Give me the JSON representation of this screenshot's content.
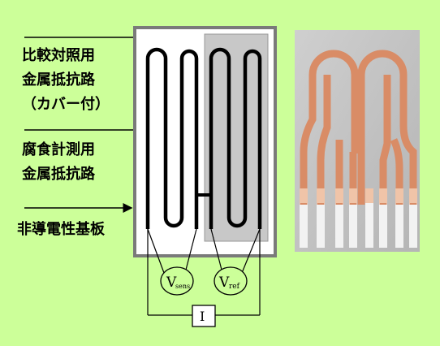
{
  "labels": {
    "reference_line1": "比較対照用",
    "reference_line2": "金属抵抗路",
    "reference_line3": "（カバー付）",
    "corrosion_line1": "腐食計測用",
    "corrosion_line2": "金属抵抗路",
    "substrate": "非導電性基板"
  },
  "meters": {
    "sens_main": "V",
    "sens_sub": "sens",
    "ref_main": "V",
    "ref_sub": "ref",
    "current": "I"
  },
  "colors": {
    "background": "#ccff99",
    "trace": "#000000",
    "cover": "#c8c8c8",
    "copper": "#d98c66"
  }
}
